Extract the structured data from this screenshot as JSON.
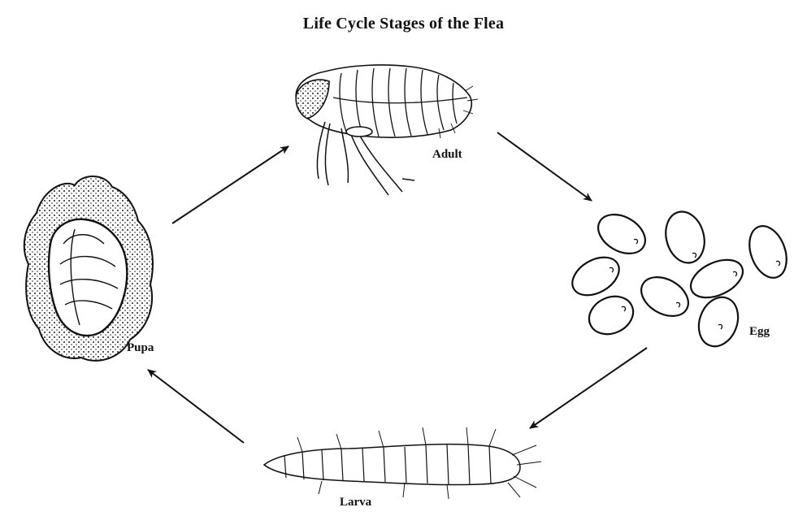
{
  "title": "Life Cycle Stages of the Flea",
  "stages": {
    "adult": "Adult",
    "egg": "Egg",
    "larva": "Larva",
    "pupa": "Pupa"
  },
  "cycle_order": [
    "Adult",
    "Egg",
    "Larva",
    "Pupa"
  ]
}
